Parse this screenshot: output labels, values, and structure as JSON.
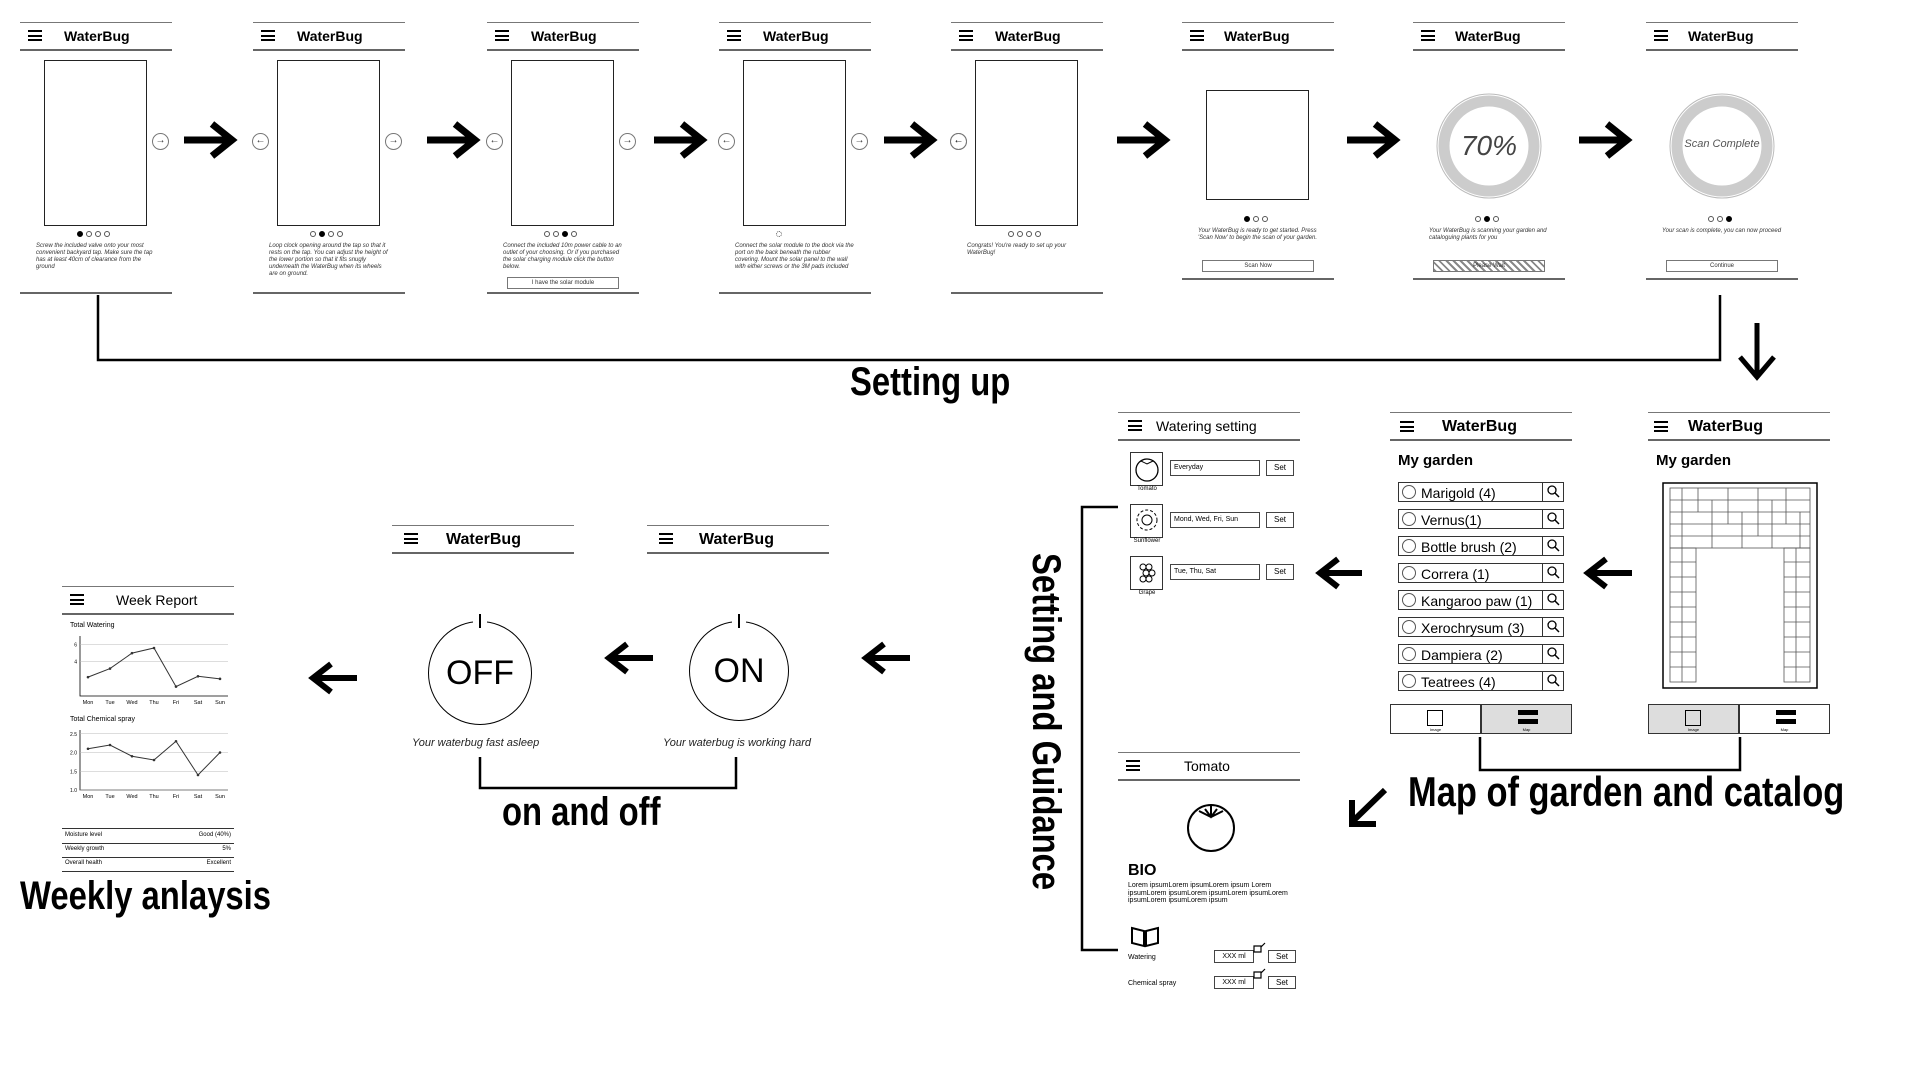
{
  "app_name": "WaterBug",
  "nav_next": "→",
  "nav_prev": "←",
  "setup_screens": [
    {
      "text": "Screw the included valve onto your most convenient backyard tap. Make sure the tap has at least 40cm of clearance from the ground",
      "button": ""
    },
    {
      "text": "Loop clock opening around the tap so that it rests on the tap. You can adjust the height of the lower portion so that it fits snugly underneath the WaterBug when its wheels are on ground.",
      "button": ""
    },
    {
      "text": "Connect the included 10m power cable to an outlet of your choosing. Or if you purchased the solar charging module click the button below.",
      "button": "I have the solar module"
    },
    {
      "text": "Connect the solar module to the dock via the port on the back beneath the rubber covering. Mount the solar panel to the wall with either screws or the 3M pads included",
      "button": ""
    },
    {
      "text": "Congrats! You're ready to set up your WaterBug!",
      "button": ""
    },
    {
      "text": "Your WaterBug is ready to get started. Press 'Scan Now' to begin the scan of your garden.",
      "button": "Scan Now"
    },
    {
      "text": "Your WaterBug is scanning your garden and cataloguing plants for you",
      "button": "Please Wait",
      "progress": "70%"
    },
    {
      "text": "Your scan is complete, you can now proceed",
      "button": "Continue",
      "status": "Scan Complete"
    }
  ],
  "labels": {
    "setting_up": "Setting up",
    "map_catalog": "Map of garden and catalog",
    "setting_guidance": "Setting and Guidance",
    "on_off": "on and off",
    "weekly": "Weekly anlaysis"
  },
  "garden": {
    "title": "My garden",
    "items": [
      "Marigold (4)",
      "Vernus(1)",
      "Bottle brush (2)",
      "Correra (1)",
      "Kangaroo paw (1)",
      "Xerochrysum (3)",
      "Dampiera (2)",
      "Teatrees (4)"
    ],
    "tabs": [
      "Image",
      "Map"
    ]
  },
  "watering_setting": {
    "title": "Watering setting",
    "set_label": "Set",
    "plants": [
      {
        "name": "Tomato",
        "schedule": "Everyday"
      },
      {
        "name": "Sunflower",
        "schedule": "Mond, Wed, Fri, Sun"
      },
      {
        "name": "Grape",
        "schedule": "Tue, Thu, Sat"
      }
    ]
  },
  "tomato": {
    "title": "Tomato",
    "bio_heading": "BIO",
    "bio_text": "Lorem ipsumLorem ipsumLorem ipsum Lorem ipsumLorem ipsumLorem ipsumLorem ipsumLorem ipsumLorem ipsumLorem ipsum",
    "rows": [
      {
        "label": "Watering",
        "value": "XXX ml",
        "button": "Set"
      },
      {
        "label": "Chemical spray",
        "value": "XXX ml",
        "button": "Set"
      }
    ]
  },
  "power": {
    "on_text": "ON",
    "on_caption": "Your waterbug is working hard",
    "off_text": "OFF",
    "off_caption": "Your waterbug fast asleep"
  },
  "report": {
    "title": "Week Report",
    "chart1_title": "Total Watering",
    "chart2_title": "Total Chemical spray",
    "rows": [
      {
        "label": "Moisture level",
        "value": "Good (40%)"
      },
      {
        "label": "Weekly growth",
        "value": "5%"
      },
      {
        "label": "Overall health",
        "value": "Excellent"
      }
    ]
  },
  "chart_data": [
    {
      "type": "line",
      "title": "Total Watering",
      "categories": [
        "Mon",
        "Tue",
        "Wed",
        "Thu",
        "Fri",
        "Sat",
        "Sun"
      ],
      "values": [
        2.2,
        3.2,
        5.0,
        5.6,
        1.1,
        2.3,
        2.0
      ],
      "y_ticks": [
        "4",
        "6"
      ],
      "ylim": [
        0,
        7
      ]
    },
    {
      "type": "line",
      "title": "Total Chemical spray",
      "categories": [
        "Mon",
        "Tue",
        "Wed",
        "Thu",
        "Fri",
        "Sat",
        "Sun"
      ],
      "values": [
        2.1,
        2.2,
        1.9,
        1.8,
        2.3,
        1.4,
        2.0
      ],
      "y_ticks": [
        "1.0",
        "1.5",
        "2.0",
        "2.5"
      ],
      "ylim": [
        1.0,
        2.6
      ]
    }
  ]
}
